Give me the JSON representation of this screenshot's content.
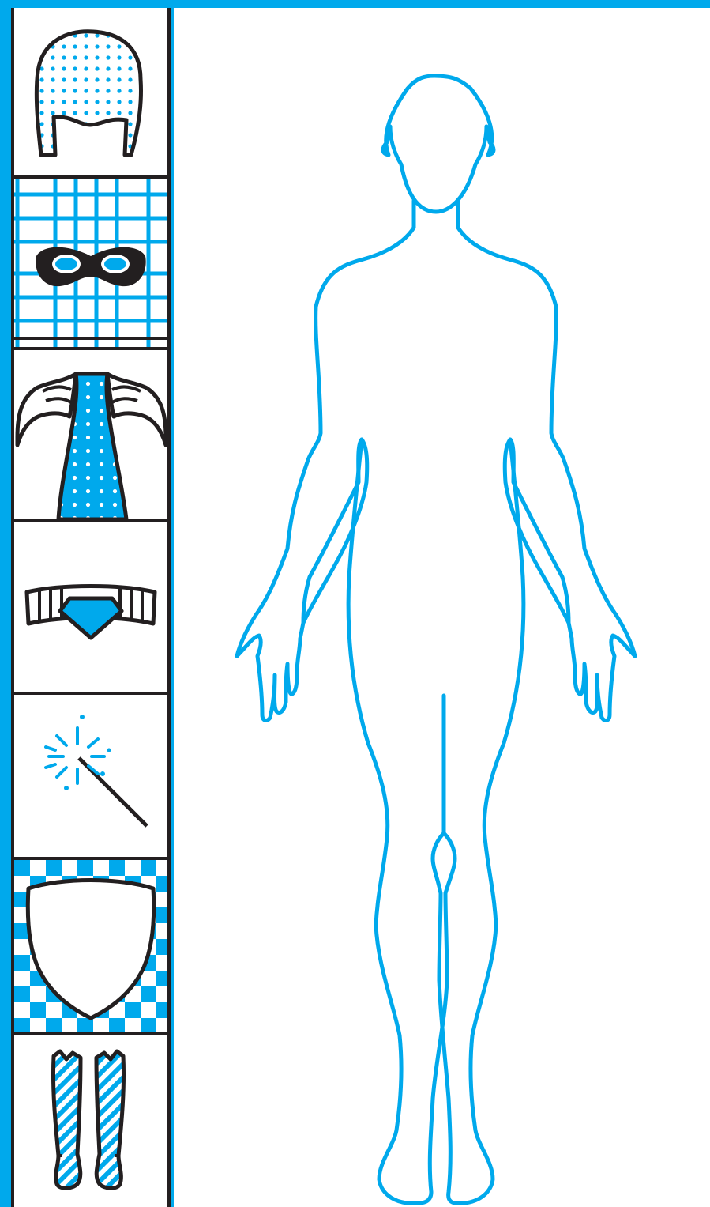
{
  "colors": {
    "frame": "#00a9ec",
    "accent": "#00a9ec",
    "outline": "#231f20",
    "paper": "#ffffff"
  },
  "inventory": {
    "slots": [
      {
        "item": "helmet",
        "icon": "helmet-icon",
        "pattern": "dots"
      },
      {
        "item": "mask",
        "icon": "mask-icon",
        "pattern": "grid"
      },
      {
        "item": "cape",
        "icon": "cape-icon",
        "pattern": "dots"
      },
      {
        "item": "belt",
        "icon": "belt-icon",
        "pattern": "none"
      },
      {
        "item": "magic wand",
        "icon": "magic-wand-icon",
        "pattern": "sparkles"
      },
      {
        "item": "shield",
        "icon": "shield-icon",
        "pattern": "checkerboard"
      },
      {
        "item": "boots",
        "icon": "boots-icon",
        "pattern": "stripes"
      }
    ]
  },
  "stage": {
    "figure": "body-silhouette-icon"
  }
}
